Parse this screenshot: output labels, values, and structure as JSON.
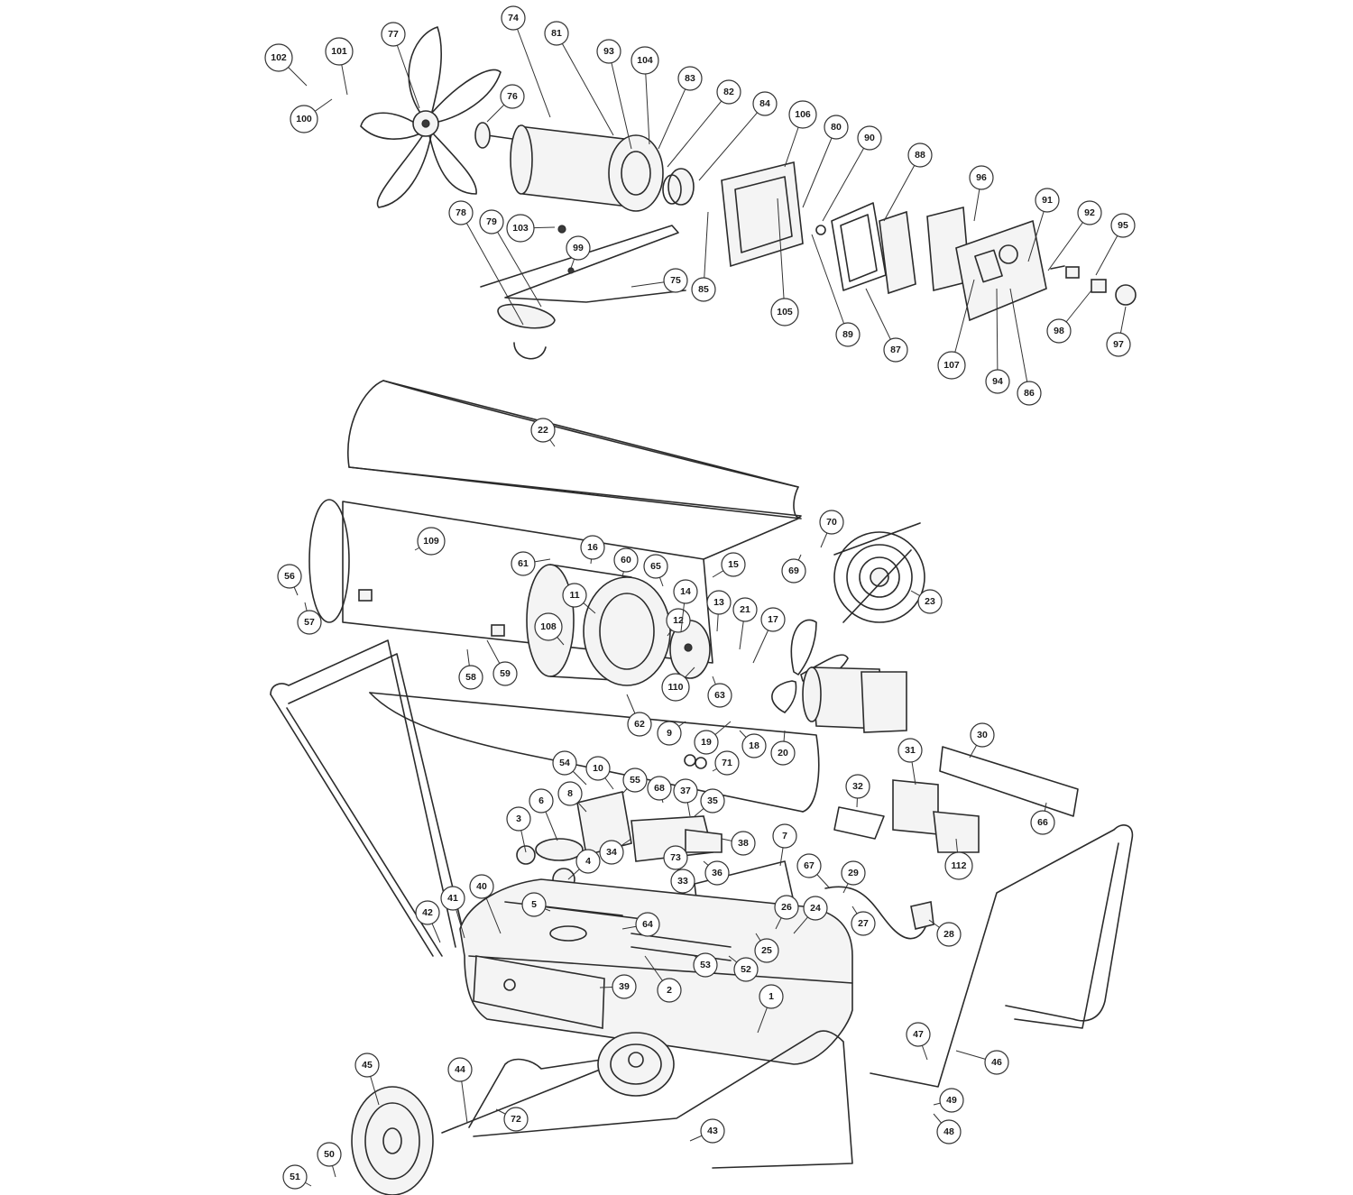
{
  "diagram": {
    "callouts": [
      "1",
      "2",
      "3",
      "4",
      "5",
      "6",
      "7",
      "8",
      "9",
      "10",
      "11",
      "12",
      "13",
      "14",
      "15",
      "16",
      "17",
      "18",
      "19",
      "20",
      "21",
      "22",
      "23",
      "24",
      "25",
      "26",
      "27",
      "28",
      "29",
      "30",
      "31",
      "32",
      "33",
      "34",
      "35",
      "36",
      "37",
      "38",
      "39",
      "40",
      "41",
      "42",
      "43",
      "44",
      "45",
      "46",
      "47",
      "48",
      "49",
      "50",
      "51",
      "52",
      "53",
      "54",
      "55",
      "56",
      "57",
      "58",
      "59",
      "60",
      "61",
      "62",
      "63",
      "64",
      "65",
      "66",
      "67",
      "68",
      "69",
      "70",
      "71",
      "72",
      "73",
      "74",
      "75",
      "76",
      "77",
      "78",
      "79",
      "80",
      "81",
      "82",
      "83",
      "84",
      "85",
      "86",
      "87",
      "88",
      "89",
      "90",
      "91",
      "92",
      "93",
      "94",
      "95",
      "96",
      "97",
      "98",
      "99",
      "100",
      "101",
      "102",
      "103",
      "104",
      "105",
      "106",
      "107",
      "108",
      "109",
      "110",
      "112"
    ]
  },
  "colors": {
    "line": "#2b2b2b",
    "bubble_fill": "#ffffff",
    "background": "#ffffff"
  }
}
